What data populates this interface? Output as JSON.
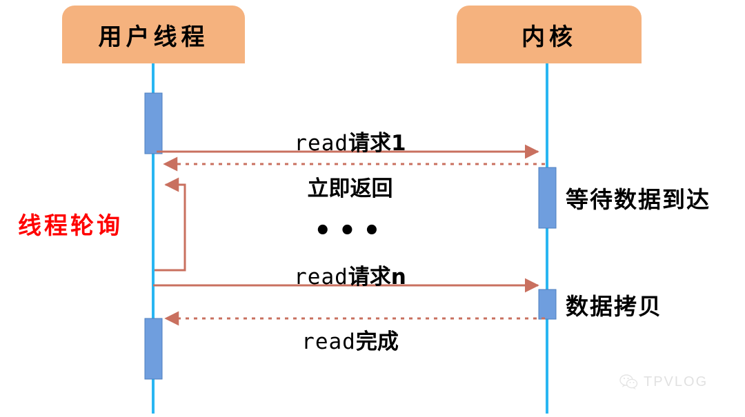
{
  "diagram": {
    "type": "sequence-diagram",
    "title_hidden": "",
    "colors": {
      "header_fill": "#f5b27e",
      "lifeline": "#29b6f2",
      "activation_fill": "#6f9ede",
      "activation_stroke": "#4d7fbf",
      "arrow": "#c9705f",
      "note_text": "#ff0000",
      "label_text": "#000000",
      "background": "#ffffff"
    },
    "participants": [
      {
        "id": "user-thread",
        "label": "用户线程"
      },
      {
        "id": "kernel",
        "label": "内核"
      }
    ],
    "messages": [
      {
        "id": "read-request-1",
        "label_latin": "read",
        "label_cjk": "请求1",
        "from": "user-thread",
        "to": "kernel",
        "style": "solid"
      },
      {
        "id": "immediate-return",
        "label_latin": "",
        "label_cjk": "立即返回",
        "from": "kernel",
        "to": "user-thread",
        "style": "dashed"
      },
      {
        "id": "poll-loop",
        "label_latin": "",
        "label_cjk": "",
        "from": "user-thread",
        "to": "user-thread",
        "style": "solid-self"
      },
      {
        "id": "read-request-n",
        "label_latin": "read",
        "label_cjk": "请求n",
        "from": "user-thread",
        "to": "kernel",
        "style": "solid"
      },
      {
        "id": "read-complete",
        "label_latin": "read",
        "label_cjk": "完成",
        "from": "kernel",
        "to": "user-thread",
        "style": "dashed"
      }
    ],
    "ellipsis": "•••",
    "notes": [
      {
        "id": "thread-polling",
        "label": "线程轮询",
        "side": "left",
        "color": "#ff0000"
      },
      {
        "id": "waiting-for-data",
        "label": "等待数据到达",
        "side": "right",
        "color": "#000000"
      },
      {
        "id": "data-copy",
        "label": "数据拷贝",
        "side": "right",
        "color": "#000000"
      }
    ],
    "watermark": {
      "label": "TPVLOG",
      "icon": "wechat-icon"
    }
  }
}
